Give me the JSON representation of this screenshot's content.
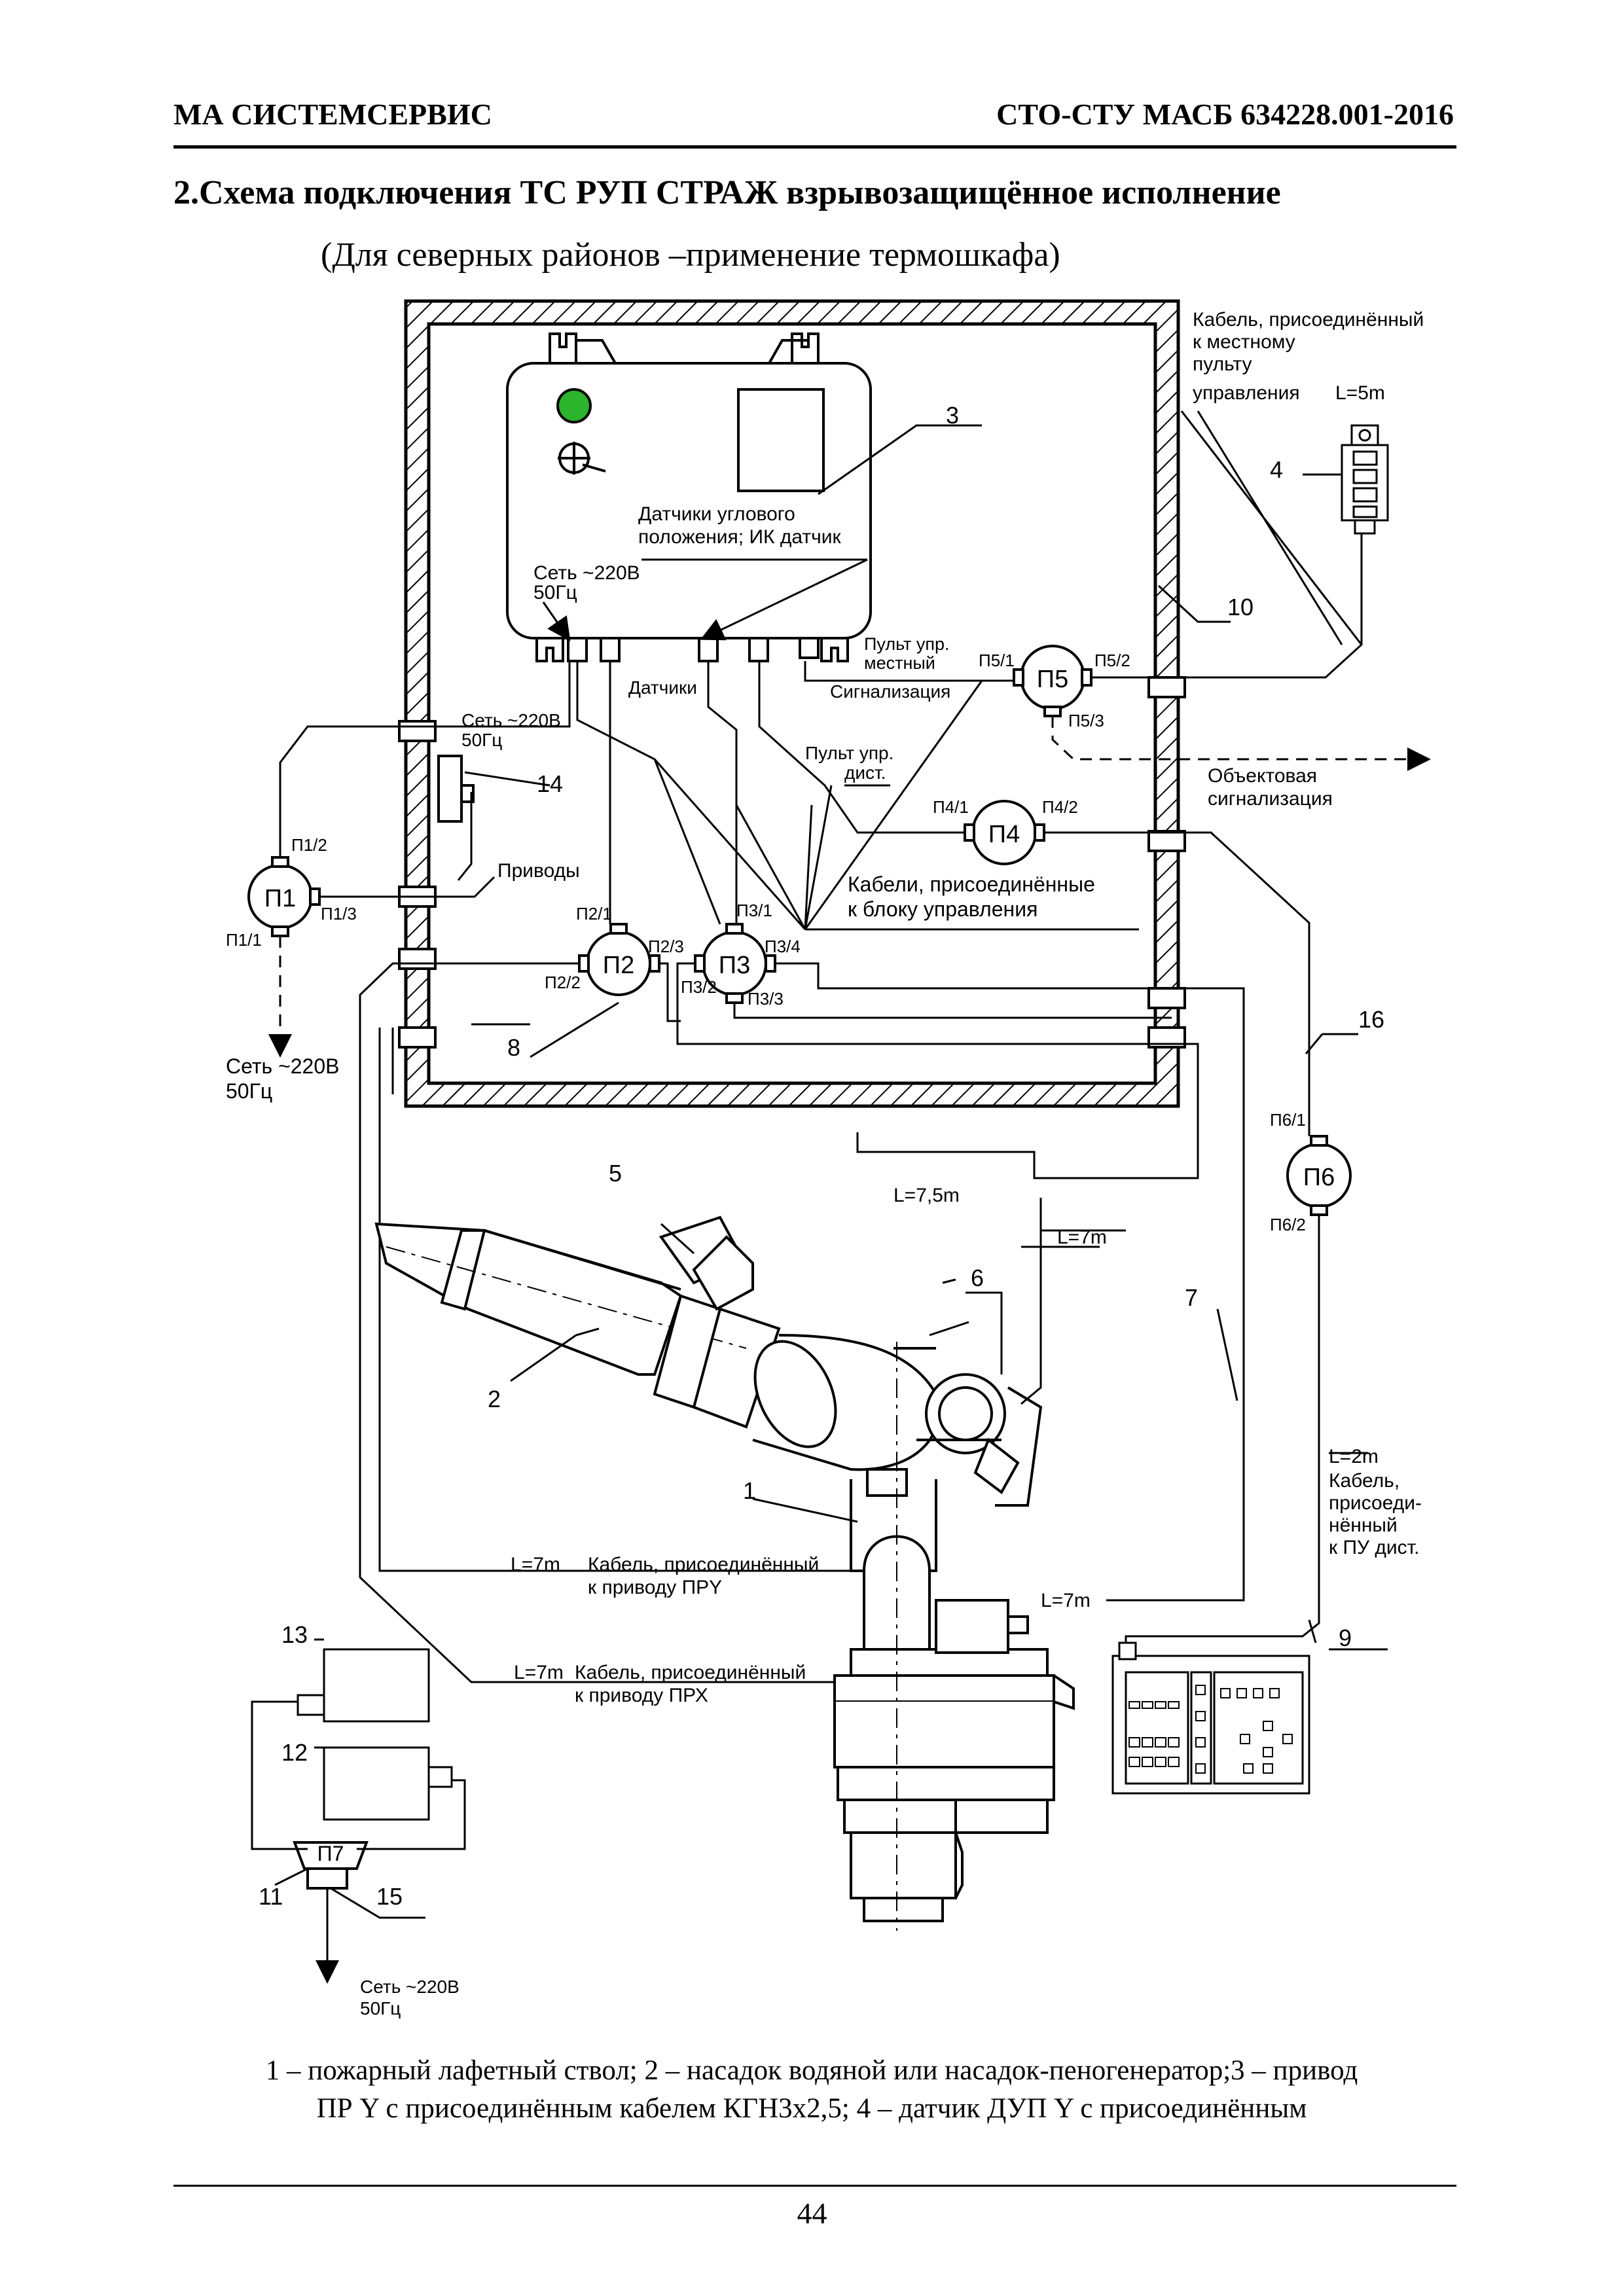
{
  "header": {
    "left": "МА СИСТЕМСЕРВИС",
    "right": "СТО-СТУ  МАСБ 634228.001-2016"
  },
  "title": "2.Схема подключения ТС РУП СТРАЖ  взрывозащищённое исполнение",
  "subtitle": "(Для северных районов –применение термошкафа)",
  "caption": {
    "line1": "1 – пожарный лафетный ствол; 2 – насадок водяной или насадок-пеногенератор;3 – привод",
    "line2": "ПР Y с присоединённым кабелем КГН3х2,5; 4 – датчик ДУП Y с присоединённым"
  },
  "page_number": "44",
  "diagram": {
    "labels": {
      "cable_local_1": "Кабель, присоединённый",
      "cable_local_2": "к местному",
      "cable_local_3": "пульту",
      "cable_local_4": "управления",
      "l5": "L=5m",
      "sensors_1": "Датчики углового",
      "sensors_2": "положения; ИК датчик",
      "mains_top_1": "Сеть ~220В",
      "mains_top_2": "50Гц",
      "local_panel_1": "Пульт упр.",
      "local_panel_2": "местный",
      "signal": "Сигнализация",
      "sensors": "Датчики",
      "mains_mid_1": "Сеть ~220В",
      "mains_mid_2": "50Гц",
      "remote_panel_1": "Пульт упр.",
      "remote_panel_2": "дист.",
      "object_signal_1": "Объектовая",
      "object_signal_2": "сигнализация",
      "drives": "Приводы",
      "cables_block_1": "Кабели, присоединённые",
      "cables_block_2": "к блоку управления",
      "mains_left_1": "Сеть ~220В",
      "mains_left_2": "50Гц",
      "l75": "L=7,5m",
      "l7a": "L=7m",
      "l7b": "L=7m",
      "l7c": "L=7m",
      "l7d": "L=7m",
      "l2": "L=2m",
      "cable_pry_1": "Кабель, присоединённый",
      "cable_pry_2": "к приводу ПРY",
      "cable_prx_1": "Кабель, присоединённый",
      "cable_prx_2": "к приводу ПРХ",
      "cable_pu_1": "Кабель,",
      "cable_pu_2": "присоеди-",
      "cable_pu_3": "нённый",
      "cable_pu_4": "к ПУ дист.",
      "mains_bottom_1": "Сеть ~220В",
      "mains_bottom_2": "50Гц"
    },
    "boxes": {
      "p1": "П1",
      "p2": "П2",
      "p3": "П3",
      "p4": "П4",
      "p5": "П5",
      "p6": "П6",
      "p7": "П7"
    },
    "ports": {
      "p1_1": "П1/1",
      "p1_2": "П1/2",
      "p1_3": "П1/3",
      "p2_1": "П2/1",
      "p2_2": "П2/2",
      "p2_3": "П2/3",
      "p3_1": "П3/1",
      "p3_2": "П3/2",
      "p3_3": "П3/3",
      "p3_4": "П3/4",
      "p4_1": "П4/1",
      "p4_2": "П4/2",
      "p5_1": "П5/1",
      "p5_2": "П5/2",
      "p5_3": "П5/3",
      "p6_1": "П6/1",
      "p6_2": "П6/2"
    },
    "callouts": {
      "n1": "1",
      "n2": "2",
      "n3": "3",
      "n4": "4",
      "n5": "5",
      "n6": "6",
      "n7": "7",
      "n8": "8",
      "n9": "9",
      "n10": "10",
      "n11": "11",
      "n12": "12",
      "n13": "13",
      "n14": "14",
      "n15": "15",
      "n16": "16"
    }
  }
}
